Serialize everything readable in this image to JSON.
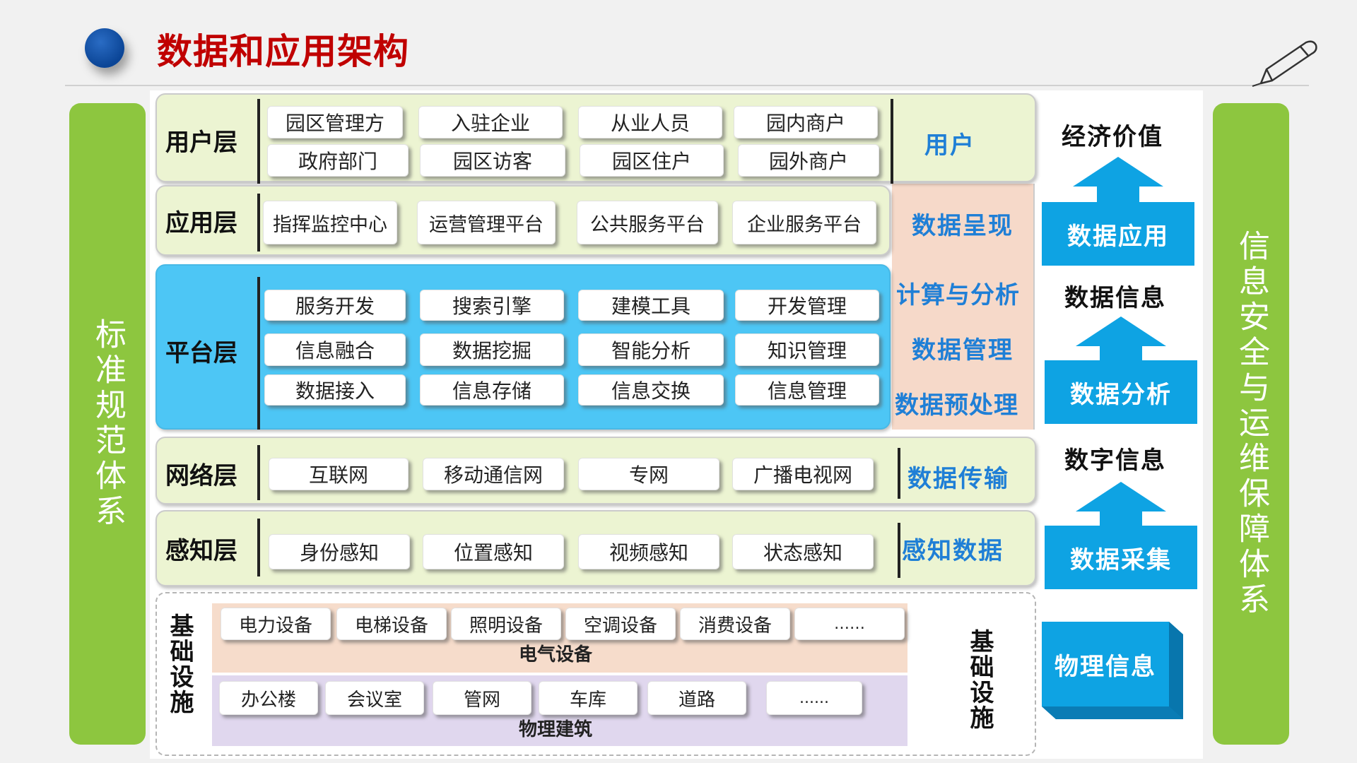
{
  "title": "数据和应用架构",
  "left_pillar": "标准规范体系",
  "right_pillar": "信息安全与运维保障体系",
  "layers": {
    "user": {
      "title": "用户层",
      "items": [
        "园区管理方",
        "入驻企业",
        "从业人员",
        "园内商户",
        "政府部门",
        "园区访客",
        "园区住户",
        "园外商户"
      ],
      "label": "用户"
    },
    "app": {
      "title": "应用层",
      "items": [
        "指挥监控中心",
        "运营管理平台",
        "公共服务平台",
        "企业服务平台"
      ],
      "label": "数据呈现"
    },
    "platform": {
      "title": "平台层",
      "items": [
        "服务开发",
        "搜索引擎",
        "建模工具",
        "开发管理",
        "信息融合",
        "数据挖掘",
        "智能分析",
        "知识管理",
        "数据接入",
        "信息存储",
        "信息交换",
        "信息管理"
      ],
      "labels": [
        "计算与分析",
        "数据管理",
        "数据预处理"
      ]
    },
    "network": {
      "title": "网络层",
      "items": [
        "互联网",
        "移动通信网",
        "专网",
        "广播电视网"
      ],
      "label": "数据传输"
    },
    "sensing": {
      "title": "感知层",
      "items": [
        "身份感知",
        "位置感知",
        "视频感知",
        "状态感知"
      ],
      "label": "感知数据"
    }
  },
  "infrastructure": {
    "title": "基础设施",
    "right_title": "基础设施",
    "electrical": {
      "label": "电气设备",
      "items": [
        "电力设备",
        "电梯设备",
        "照明设备",
        "空调设备",
        "消费设备",
        "……"
      ]
    },
    "buildings": {
      "label": "物理建筑",
      "items": [
        "办公楼",
        "会议室",
        "管网",
        "车库",
        "道路",
        "......"
      ]
    }
  },
  "flow": {
    "top": "经济价值",
    "steps": [
      {
        "box": "数据应用",
        "above": "数据信息"
      },
      {
        "box": "数据分析",
        "above": "数字信息"
      },
      {
        "box": "数据采集"
      }
    ],
    "bottom_box": "物理信息"
  },
  "colors": {
    "title_red": "#c00000",
    "pillar_green": "#8dc63f",
    "layer_green": "#ecf4d2",
    "platform_blue": "#4dc6f5",
    "label_blue": "#1f7fd6",
    "flow_blue": "#0ea3e3",
    "peach": "#f6d9c9",
    "lavender": "#e0d7ee"
  },
  "icons": [
    "header-dot-icon",
    "pen-icon",
    "arrow-up-icon"
  ]
}
